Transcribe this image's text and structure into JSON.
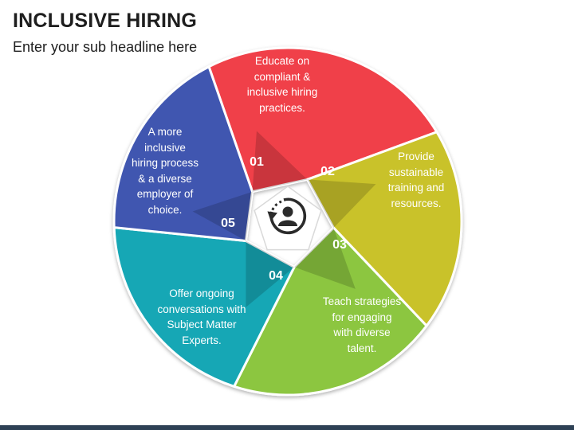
{
  "header": {
    "title": "INCLUSIVE HIRING",
    "subtitle": "Enter your sub headline here"
  },
  "segments": [
    {
      "number": "01",
      "text": "Educate on\ncompliant &\ninclusive hiring\npractices.",
      "color": "#f04148"
    },
    {
      "number": "02",
      "text": "Provide\nsustainable\ntraining and\nresources.",
      "color": "#c9c22a"
    },
    {
      "number": "03",
      "text": "Teach strategies\nfor engaging\nwith diverse\ntalent.",
      "color": "#8cc63f"
    },
    {
      "number": "04",
      "text": "Offer ongoing\nconversations with\nSubject Matter\nExperts.",
      "color": "#12a7b5"
    },
    {
      "number": "05",
      "text": "A more\ninclusive\nhiring process\n& a diverse\nemployer of\nchoice.",
      "color": "#3f56b0"
    }
  ],
  "center_icon": "person-cycle-icon",
  "footer_color": "#2e4155"
}
